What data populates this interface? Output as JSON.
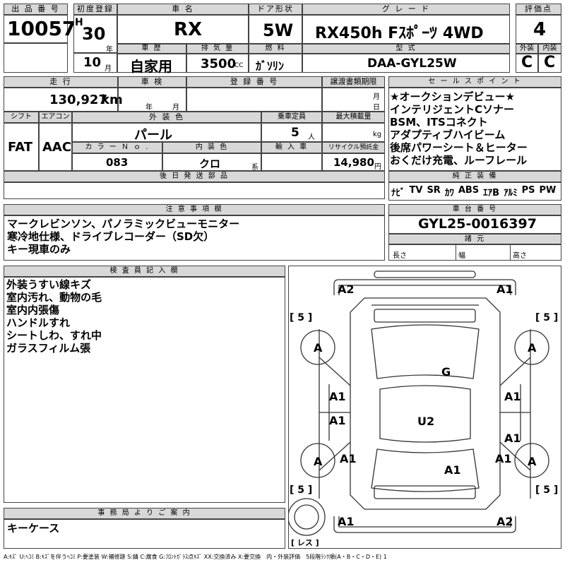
{
  "header": {
    "lot_label": "出 品 番 号",
    "lot": "10057",
    "reg_label": "初度登録",
    "era": "H",
    "year": "30",
    "year_unit": "年",
    "month": "10",
    "month_unit": "月",
    "car_name_label": "車 名",
    "car_name": "RX",
    "door_label": "ドア形状",
    "door": "5W",
    "grade_label": "グ レ ー ド",
    "grade": "RX450h Fｽﾎﾟｰﾂ 4WD",
    "score_label": "評価点",
    "score": "4",
    "history_label": "車 歴",
    "history": "自家用",
    "displacement_label": "排 気 量",
    "displacement": "3500",
    "displacement_unit": "CC",
    "fuel_label": "燃 料",
    "fuel": "ｶﾞｿﾘﾝ",
    "model_label": "型 式",
    "model": "DAA-GYL25W",
    "exterior_label": "外装",
    "exterior": "C",
    "interior_label": "内装",
    "interior": "C"
  },
  "row2": {
    "mileage_label": "走 行",
    "mileage": "130,927",
    "mileage_unit": "km",
    "inspection_label": "車 検",
    "inspection_year": "年",
    "inspection_month": "月",
    "plate_label": "登 録 番 号",
    "transfer_label": "譲渡書類期限",
    "transfer_month": "月",
    "transfer_day": "日",
    "shift_label": "シフト",
    "shift": "FAT",
    "ac_label": "エアコン",
    "ac": "AAC",
    "color_label": "外 装 色",
    "color": "パール",
    "capacity_label": "乗車定員",
    "capacity": "5",
    "capacity_unit": "人",
    "load_label": "最大積載量",
    "load_unit": "kg",
    "color_no_label": "カ ラ ー Ｎ ｏ .",
    "color_no": "083",
    "int_color_label": "内 装 色",
    "int_color": "クロ",
    "int_color_unit": "系",
    "import_label": "輸 入 車",
    "recycle_label": "リサイクル預託金",
    "recycle": "14,980",
    "recycle_unit": "円",
    "later_label": "後 日 発 送 部 品"
  },
  "sales": {
    "label": "セ ー ル ス ポ イ ン ト",
    "lines": [
      "★オークションデビュー★",
      "インテリジェントCソナー",
      "BSM、ITSコネクト",
      "アダプティブハイビーム",
      "後席パワーシート＆ヒーター",
      "おくだけ充電、ルーフレール"
    ]
  },
  "equipment": {
    "label": "純 正 装 備",
    "items": [
      "ﾅﾋﾞ",
      "TV",
      "SR",
      "ｶﾜ",
      "ABS",
      "ｴｱB",
      "ｱﾙﾐ",
      "PS",
      "PW"
    ]
  },
  "notes": {
    "label": "注 意 事 項 欄",
    "lines": [
      "マークレビンソン、パノラミックビューモニター",
      "寒冷地仕様、ドライブレコーダー（SD欠）",
      "キー現車のみ"
    ]
  },
  "chassis": {
    "label": "車 台 番 号",
    "value": "GYL25-0016397",
    "dims_label": "諸 元",
    "length": "長さ",
    "width": "幅",
    "height": "高さ"
  },
  "inspector": {
    "label": "検 査 員 記 入 欄",
    "lines": [
      "外装うすい線キズ",
      "室内汚れ、動物の毛",
      "室内内張傷",
      "ハンドルすれ",
      "シートしわ、すれ中",
      "ガラスフィルム張"
    ]
  },
  "office": {
    "label": "事 務 局 よ り ご 案 内",
    "text": "キーケース"
  },
  "diagram": {
    "marks": [
      "A2",
      "A1",
      "A",
      "A",
      "G",
      "A1",
      "A1",
      "A1",
      "U2",
      "A1",
      "A",
      "A1",
      "A1",
      "A",
      "A1",
      "A1",
      "A2"
    ],
    "tires": [
      "[ 5 ]",
      "[ 5 ]",
      "[ 5 ]",
      "[ 5 ]"
    ],
    "spare": "[ レス ]"
  },
  "legend": "A:ｷｽﾞ U:ﾍｺﾐ B:ｷｽﾞを伴うﾍｺﾐ P:要塗装 W:補修跡 S:錆 C:腐食 G:ﾌﾛﾝﾄｶﾞﾗｽ点ｷｽﾞ XX:交換済み X:要交換　内・外装評価　5段階ﾗﾝｸ順(A・B・C・D・E) 1"
}
